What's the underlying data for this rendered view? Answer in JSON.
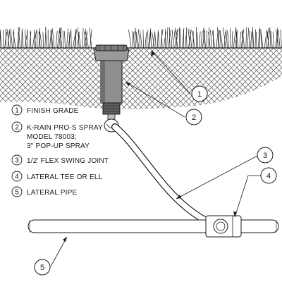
{
  "diagram": {
    "callouts": [
      {
        "id": "1",
        "label": "FINISH GRADE"
      },
      {
        "id": "2",
        "label_lines": [
          "K-RAIN PRO-S SPRAY",
          "MODEL 78003;",
          "3\" POP-UP SPRAY"
        ]
      },
      {
        "id": "3",
        "label": "1/2' FLEX SWING JOINT"
      },
      {
        "id": "4",
        "label": "LATERAL TEE OR ELL"
      },
      {
        "id": "5",
        "label": "LATERAL PIPE"
      }
    ]
  },
  "colors": {
    "line": "#1a1a1a",
    "hatch": "#555555",
    "head_fill": "#8f8f8f",
    "head_dark": "#5e5e5e",
    "pipe_fill": "#ffffff"
  }
}
